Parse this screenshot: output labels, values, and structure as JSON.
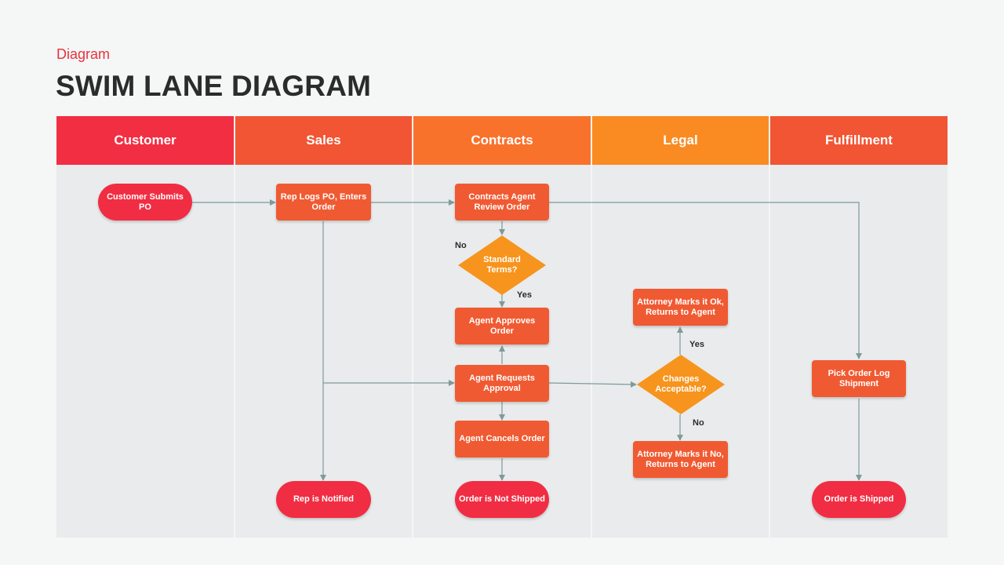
{
  "kicker": "Diagram",
  "title": "SWIM LANE DIAGRAM",
  "lanes": [
    {
      "label": "Customer",
      "color": "#f22e43"
    },
    {
      "label": "Sales",
      "color": "#f15533"
    },
    {
      "label": "Contracts",
      "color": "#f9722b"
    },
    {
      "label": "Legal",
      "color": "#f98b22"
    },
    {
      "label": "Fulfillment",
      "color": "#f15533"
    }
  ],
  "nodes": {
    "customer_submits": "Customer Submits PO",
    "rep_logs": "Rep Logs PO, Enters Order",
    "rep_notified": "Rep is Notified",
    "contracts_review": "Contracts Agent Review Order",
    "standard_terms": "Standard Terms?",
    "agent_approves": "Agent Approves Order",
    "agent_requests": "Agent Requests Approval",
    "agent_cancels": "Agent Cancels Order",
    "not_shipped": "Order is Not Shipped",
    "attorney_ok": "Attorney Marks it Ok, Returns to Agent",
    "changes_acceptable": "Changes Acceptable?",
    "attorney_no": "Attorney Marks it No, Returns to Agent",
    "pick_order": "Pick Order Log Shipment",
    "order_shipped": "Order is Shipped"
  },
  "edge_labels": {
    "terms_no": "No",
    "terms_yes": "Yes",
    "changes_yes": "Yes",
    "changes_no": "No"
  },
  "colors": {
    "process": "#f05a32",
    "terminal": "#f12d43",
    "decision": "#f7941d",
    "connector": "#7f9a9a"
  }
}
